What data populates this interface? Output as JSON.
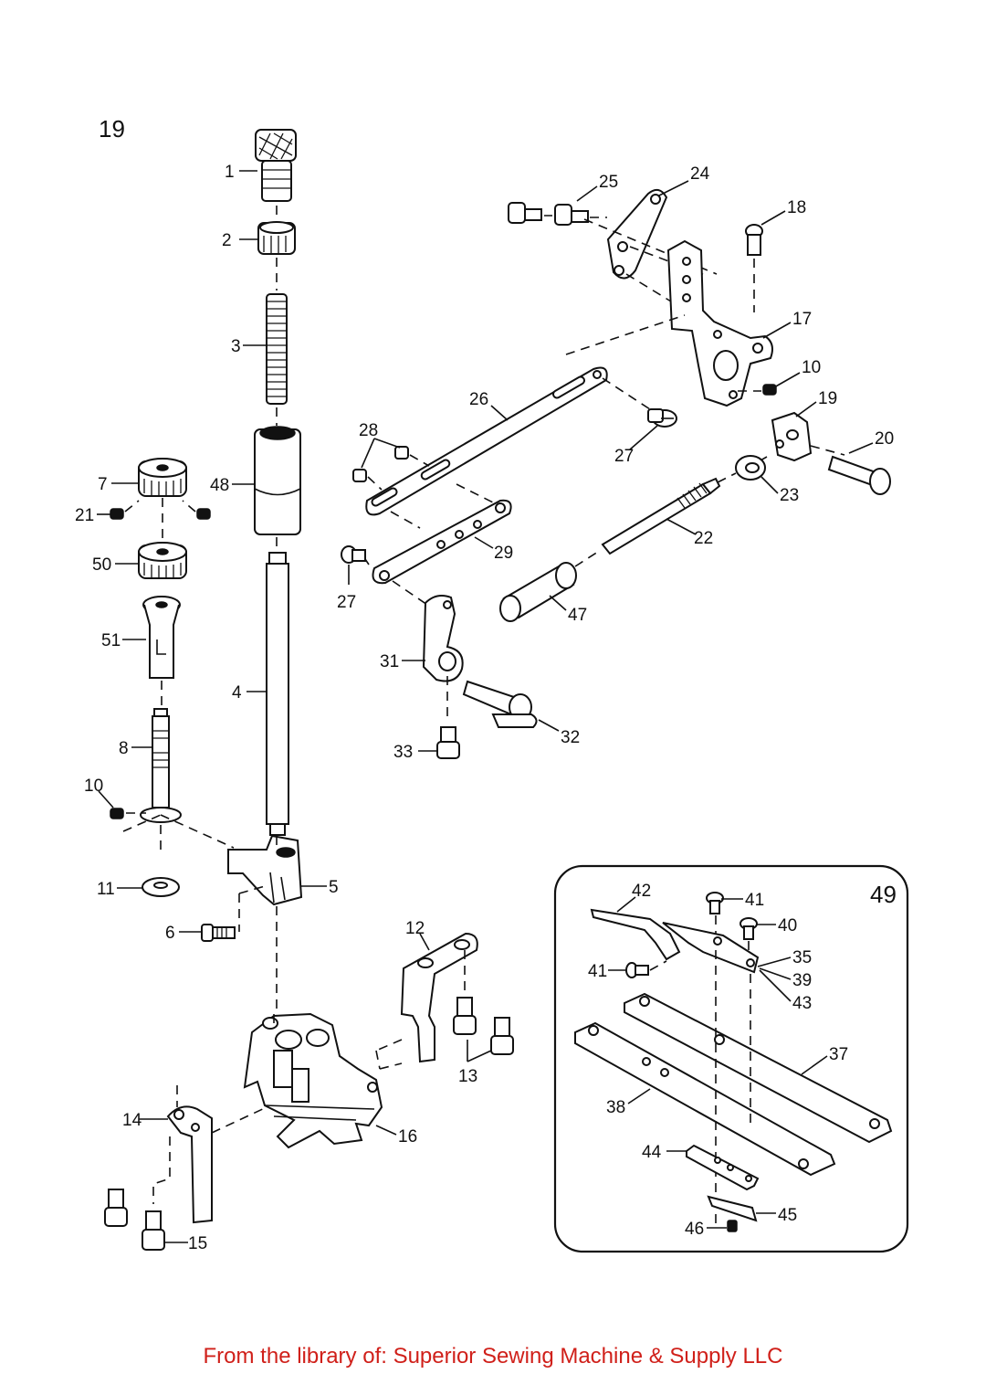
{
  "page_number": "19",
  "inset_label": "49",
  "footer": {
    "text": "From the library of: Superior Sewing Machine & Supply LLC",
    "color": "#d0201a"
  },
  "part_labels": {
    "p1": "1",
    "p2": "2",
    "p3": "3",
    "p4": "4",
    "p5": "5",
    "p6": "6",
    "p7": "7",
    "p8": "8",
    "p10a": "10",
    "p10b": "10",
    "p11": "11",
    "p12": "12",
    "p13": "13",
    "p14": "14",
    "p15": "15",
    "p16": "16",
    "p17": "17",
    "p18": "18",
    "p19": "19",
    "p20": "20",
    "p21": "21",
    "p22": "22",
    "p23": "23",
    "p24": "24",
    "p25": "25",
    "p26": "26",
    "p27a": "27",
    "p27b": "27",
    "p28": "28",
    "p29": "29",
    "p31": "31",
    "p32": "32",
    "p33": "33",
    "p35": "35",
    "p37": "37",
    "p38": "38",
    "p39": "39",
    "p40": "40",
    "p41a": "41",
    "p41b": "41",
    "p42": "42",
    "p43": "43",
    "p44": "44",
    "p45": "45",
    "p46": "46",
    "p47": "47",
    "p48": "48",
    "p50": "50",
    "p51": "51"
  }
}
